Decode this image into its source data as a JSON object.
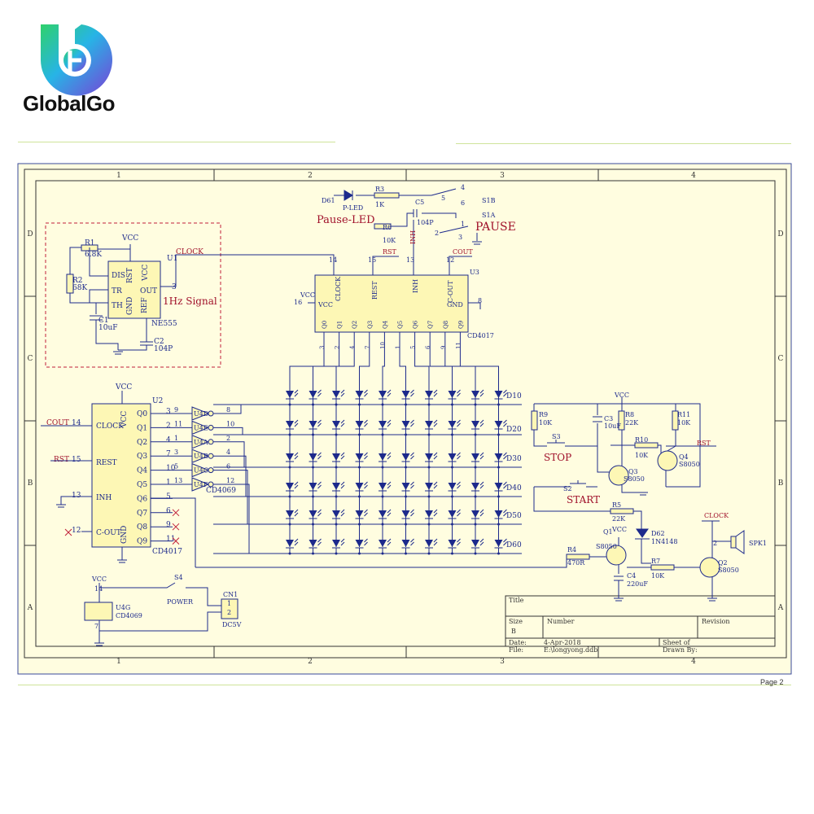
{
  "brand": {
    "name": "GlobalGo"
  },
  "footer": {
    "page": "Page 2"
  },
  "colors": {
    "paper": "#fffde0",
    "wire": "#1d2a8c",
    "part": "#fdf7b5",
    "label_red": "#a0102a",
    "dashed": "#c0203a"
  },
  "grid": {
    "cols": [
      "1",
      "2",
      "3",
      "4"
    ],
    "rows": [
      "D",
      "C",
      "B",
      "A"
    ]
  },
  "title_block": {
    "title_label": "Title",
    "size_label": "Size",
    "size_value": "B",
    "number_label": "Number",
    "revision_label": "Revision",
    "date_label": "Date:",
    "date_value": "4-Apr-2018",
    "file_label": "File:",
    "file_value": "E:\\longyong.ddb",
    "sheet_label": "Sheet   of",
    "drawn_label": "Drawn By:"
  },
  "ne555": {
    "ref": "U1",
    "name": "NE555",
    "vcc": "VCC",
    "clock": "CLOCK",
    "signal": "1Hz Signal",
    "pins": [
      "DIS",
      "TR",
      "TH",
      "RST",
      "VCC",
      "OUT",
      "GND",
      "REF"
    ],
    "r1": "R1",
    "r1v": "6.8K",
    "r2": "R2",
    "r2v": "68K",
    "c1": "C1",
    "c1v": "10uF",
    "c2": "C2",
    "c2v": "104P",
    "pin3": "3"
  },
  "u3": {
    "ref": "U3",
    "name": "CD4017",
    "vcc": "VCC",
    "vcc_pin": "16",
    "gnd_pin": "8",
    "top_pins": [
      "CLOCK",
      "REST",
      "INH",
      "C-OUT"
    ],
    "top_nums": [
      "14",
      "15",
      "13",
      "12"
    ],
    "top_nets": [
      "RST",
      "COUT"
    ],
    "outs": [
      "Q0",
      "Q1",
      "Q2",
      "Q3",
      "Q4",
      "Q5",
      "Q6",
      "Q7",
      "Q8",
      "Q9"
    ],
    "out_nums": [
      "3",
      "2",
      "4",
      "7",
      "10",
      "1",
      "5",
      "6",
      "9",
      "11"
    ],
    "vcc_in": "VCC",
    "gnd_in": "GND"
  },
  "u2": {
    "ref": "U2",
    "name": "CD4017",
    "vcc": "VCC",
    "left_pins": [
      "CLOCK",
      "REST",
      "INH",
      "C-OUT"
    ],
    "left_nets": [
      "COUT",
      "RST"
    ],
    "left_nums": [
      "14",
      "15",
      "13",
      "12"
    ],
    "outs": [
      "Q0",
      "Q1",
      "Q2",
      "Q3",
      "Q4",
      "Q5",
      "Q6",
      "Q7",
      "Q8",
      "Q9"
    ],
    "out_nums": [
      "3",
      "2",
      "4",
      "7",
      "10",
      "1",
      "5",
      "6",
      "9",
      "11"
    ],
    "gnd": "GND",
    "vcc_in": "VCC"
  },
  "inverters": {
    "name": "CD4069",
    "units": [
      "U4D",
      "U4E",
      "U4A",
      "U4B",
      "U4C",
      "U4F"
    ],
    "in_nums": [
      "9",
      "11",
      "1",
      "3",
      "5",
      "13"
    ],
    "out_nums": [
      "8",
      "10",
      "2",
      "4",
      "6",
      "12"
    ]
  },
  "pause": {
    "led": "D61",
    "led_name": "P-LED",
    "led_label": "Pause-LED",
    "r3": "R3",
    "r3v": "1K",
    "r6": "R6",
    "r6v": "10K",
    "c5": "C5",
    "c5v": "104P",
    "inh": "INH",
    "s1b": "S1B",
    "s1a": "S1A",
    "pause": "PAUSE",
    "pins": [
      "4",
      "5",
      "6",
      "1",
      "2",
      "3"
    ]
  },
  "leds": {
    "right_labels": [
      "D10",
      "D20",
      "D30",
      "D40",
      "D50",
      "D60"
    ]
  },
  "control": {
    "vcc": "VCC",
    "r9": "R9",
    "r9v": "10K",
    "c3": "C3",
    "c3v": "10uF",
    "r8": "R8",
    "r8v": "22K",
    "r11": "R11",
    "r11v": "10K",
    "r10": "R10",
    "r10v": "10K",
    "s3": "S3",
    "stop": "STOP",
    "s2": "S2",
    "start": "START",
    "q3": "Q3",
    "q3v": "S8050",
    "q4": "Q4",
    "q4v": "S8050",
    "rst": "RST",
    "r5": "R5",
    "r5v": "22K",
    "d62": "D62",
    "d62v": "1N4148",
    "q1": "Q1",
    "q1v": "S8050",
    "r4": "R4",
    "r4v": "470R",
    "c4": "C4",
    "c4v": "220uF",
    "r7": "R7",
    "r7v": "10K",
    "q2": "Q2",
    "q2v": "S8050",
    "clock": "CLOCK",
    "spk": "SPK1",
    "spk_pin": "2"
  },
  "power": {
    "vcc": "VCC",
    "u4g": "U4G",
    "u4g_name": "CD4069",
    "pin14": "14",
    "pin7": "7",
    "s4": "S4",
    "power": "POWER",
    "cn1": "CN1",
    "cn_pins": [
      "1",
      "2"
    ],
    "dc": "DC5V"
  }
}
